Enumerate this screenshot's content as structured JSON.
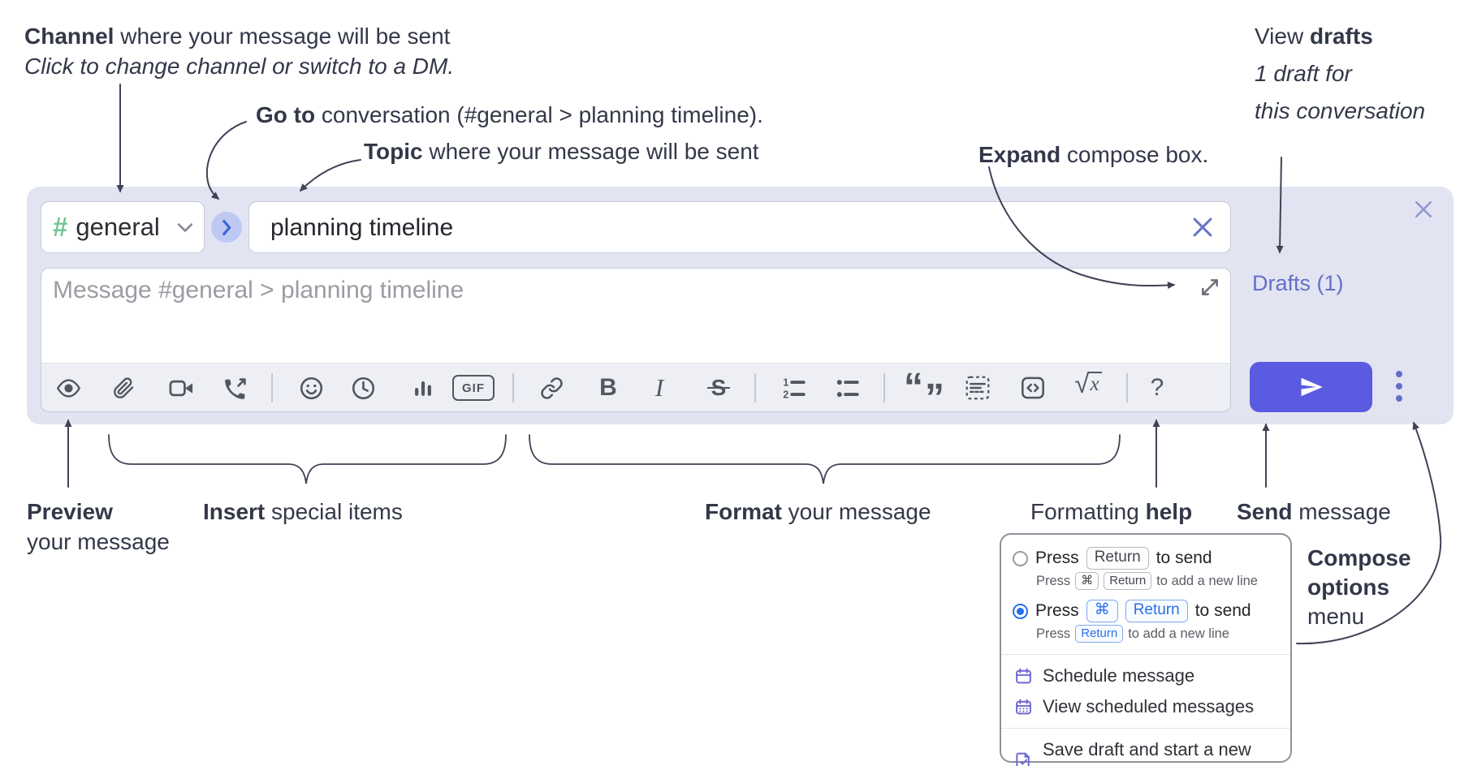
{
  "annotations": {
    "channel": {
      "bold": "Channel",
      "rest": " where your message will be sent",
      "line2": "Click to change channel or switch to a DM."
    },
    "goto": {
      "bold": "Go to",
      "rest": " conversation (#general > planning timeline)."
    },
    "topic": {
      "bold": "Topic",
      "rest": " where your message will be sent"
    },
    "expand": {
      "bold": "Expand",
      "rest": " compose box."
    },
    "drafts": {
      "line1_pre": "View ",
      "line1_bold": "drafts",
      "line2": "1 draft for",
      "line3": "this conversation"
    },
    "preview": {
      "bold": "Preview",
      "line2": "your message"
    },
    "insert": {
      "bold": "Insert",
      "rest": " special items"
    },
    "format": {
      "bold": "Format",
      "rest": " your message"
    },
    "help": {
      "pre": "Formatting ",
      "bold": "help"
    },
    "send": {
      "bold": "Send",
      "rest": " message"
    },
    "compose_options": {
      "line1": "Compose",
      "line2": "options",
      "line3": "menu"
    }
  },
  "compose": {
    "channel": {
      "hash": "#",
      "name": "general"
    },
    "topic": {
      "value": "planning timeline"
    },
    "message": {
      "placeholder": "Message #general > planning timeline"
    },
    "drafts_link": "Drafts (1)"
  },
  "toolbar": {
    "gif": "GIF",
    "bold": "B",
    "italic": "I",
    "strike": "S",
    "help": "?",
    "sqrt": "√",
    "x": "x",
    "one": "1",
    "two": "2",
    "quote_open": "“",
    "quote_close": "”",
    "icons": [
      "preview",
      "attach-file",
      "start-video-call",
      "start-voice-call",
      "emoji",
      "add-global-time",
      "poll",
      "gif",
      "link",
      "bold",
      "italic",
      "strikethrough",
      "numbered-list",
      "bulleted-list",
      "quote",
      "spoiler",
      "code",
      "math",
      "message-formatting-help"
    ]
  },
  "menu": {
    "option_return": {
      "pre": "Press",
      "key_return": "Return",
      "post": "to send",
      "sub_pre": "Press",
      "sub_key_cmd": "⌘",
      "sub_key_return": "Return",
      "sub_post": "to add a new line"
    },
    "option_cmd_return": {
      "pre": "Press",
      "key_cmd": "⌘",
      "key_return": "Return",
      "post": "to send",
      "sub_pre": "Press",
      "sub_key_return": "Return",
      "sub_post": "to add a new line"
    },
    "items": {
      "schedule": "Schedule message",
      "view_scheduled": "View scheduled messages",
      "save_draft": "Save draft and start a new message"
    }
  },
  "colors": {
    "compose_bg": "#e2e4f2",
    "send_button": "#5a5be0",
    "drafts_link": "#656fc6",
    "channel_hash_green": "#6fc493",
    "next_circle_bg": "#bdc8f3",
    "next_circle_arrow": "#3c63d6",
    "toolbar_icon": "#53575d",
    "annotation_text": "#333849",
    "radio_selected": "#2570eb",
    "menu_icon_purple": "#6d66d6",
    "key_blue_text": "#2a6fe8",
    "clear_x": "#6675c5",
    "close_x": "#9299d2"
  }
}
